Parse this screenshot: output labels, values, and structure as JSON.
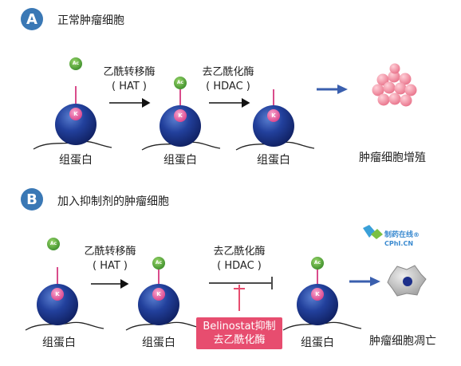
{
  "panel_a": {
    "letter": "A",
    "title": "正常肿瘤细胞",
    "enzyme1": {
      "name": "乙酰转移酶",
      "abbr": "( HAT )"
    },
    "enzyme2": {
      "name": "去乙酰化酶",
      "abbr": "( HDAC )"
    },
    "protein_label": "组蛋白",
    "outcome": "肿瘤细胞增殖"
  },
  "panel_b": {
    "letter": "B",
    "title": "加入抑制剂的肿瘤细胞",
    "enzyme1": {
      "name": "乙酰转移酶",
      "abbr": "( HAT )"
    },
    "enzyme2": {
      "name": "去乙酰化酶",
      "abbr": "( HDAC )"
    },
    "protein_label": "组蛋白",
    "inhibitor": {
      "line1": "Belinostat抑制",
      "line2": "去乙酰化酶"
    },
    "outcome": "肿瘤细胞凋亡"
  },
  "markers": {
    "acetyl": "Ac",
    "lysine": "K"
  },
  "watermark": {
    "line1": "制药在线",
    "line2": "CPhI.CN",
    "reg": "®"
  },
  "colors": {
    "panel_circle": "#3a78b5",
    "histone": "#1f3a8f",
    "lysine": "#e0589a",
    "acetyl": "#4ba23a",
    "arrow_blue": "#3a5fae",
    "inhibitor": "#e74d6f",
    "tumor_cells": "#f08a9c"
  },
  "icons": [
    "histone-ball-icon",
    "acetyl-group-icon",
    "lysine-marker-icon",
    "tumor-cluster-icon",
    "apoptotic-cell-icon",
    "inhibition-bar-icon",
    "cphi-logo-icon"
  ]
}
